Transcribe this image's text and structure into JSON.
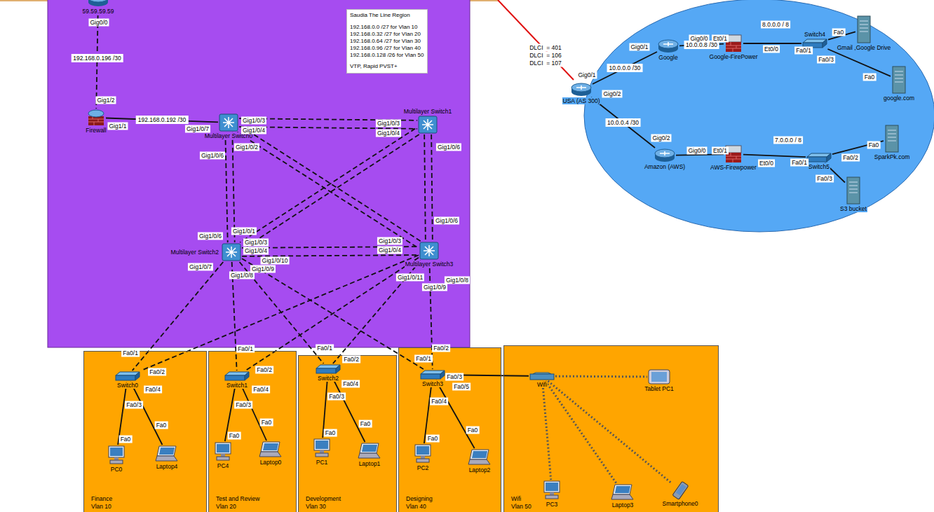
{
  "diagram": {
    "nodes": [
      {
        "text": [
          "59.59.59.59"
        ]
      },
      {
        "text": [
          "Saudia The Line Region",
          "192.168.0.0 /27 for Vlan 10",
          "192.168.0.32 /27 for Vlan 20",
          "192.168.0.64 /27 for Vlan 30",
          "192.168.0.96 /27 for Vlan 40",
          "192.168.0.128 /26 for Vlan 50",
          "VTP, Rapid PVST+"
        ]
      },
      {
        "text": [
          "Firewall"
        ]
      },
      {
        "text": [
          "Multilayer Switch0"
        ]
      },
      {
        "text": [
          "Multilayer Switch1"
        ]
      },
      {
        "text": [
          "Multilayer Switch2"
        ]
      },
      {
        "text": [
          "Multilayer Switch3"
        ]
      },
      {
        "text": [
          "Google"
        ]
      },
      {
        "text": [
          "Google-FirePower"
        ]
      },
      {
        "text": [
          "Switch4"
        ]
      },
      {
        "text": [
          "Gmail ,Google Drive"
        ]
      },
      {
        "text": [
          "USA (AS 300)"
        ]
      },
      {
        "text": [
          "google.com"
        ]
      },
      {
        "text": [
          "Amazon (AWS)"
        ]
      },
      {
        "text": [
          "AWS-Firewpower"
        ]
      },
      {
        "text": [
          "Switch5"
        ]
      },
      {
        "text": [
          "SparkPk.com"
        ]
      },
      {
        "text": [
          "S3 bucket"
        ]
      },
      {
        "text": [
          "Finance",
          "Vlan 10"
        ]
      },
      {
        "text": [
          "Switch0"
        ],
        "in": 18
      },
      {
        "text": [
          "PC0"
        ],
        "in": 18
      },
      {
        "text": [
          "Laptop4"
        ],
        "in": 18
      },
      {
        "text": [
          "Test and Review",
          "Vlan 20"
        ]
      },
      {
        "text": [
          "Switch1"
        ],
        "in": 22
      },
      {
        "text": [
          "PC4"
        ],
        "in": 22
      },
      {
        "text": [
          "Laptop0"
        ],
        "in": 22
      },
      {
        "text": [
          "Development",
          "Vlan 30"
        ]
      },
      {
        "text": [
          "Switch2"
        ],
        "in": 26
      },
      {
        "text": [
          "PC1"
        ],
        "in": 26
      },
      {
        "text": [
          "Laptop1"
        ],
        "in": 26
      },
      {
        "text": [
          "Designing",
          "Vlan 40"
        ]
      },
      {
        "text": [
          "Switch3"
        ],
        "in": 30
      },
      {
        "text": [
          "PC2"
        ],
        "in": 30
      },
      {
        "text": [
          "Laptop2"
        ],
        "in": 30
      },
      {
        "text": [
          "Wifi",
          "Vlan 50"
        ]
      },
      {
        "text": [
          "Wifi"
        ],
        "in": 34
      },
      {
        "text": [
          "Tablet PC1"
        ],
        "in": 34
      },
      {
        "text": [
          "PC3"
        ],
        "in": 34
      },
      {
        "text": [
          "Laptop3"
        ],
        "in": 34
      },
      {
        "text": [
          "Smartphone0"
        ],
        "in": 34
      }
    ],
    "edges": [
      {
        "from": 0,
        "to": 2,
        "arrow": "none",
        "label": "192.168.0.196 /30"
      },
      {
        "from": 2,
        "to": 3,
        "arrow": "none",
        "label": "192.168.0.192 /30"
      },
      {
        "from": 3,
        "to": 4,
        "arrow": "none"
      },
      {
        "from": 3,
        "to": 4,
        "arrow": "none"
      },
      {
        "from": 3,
        "to": 5,
        "arrow": "none"
      },
      {
        "from": 3,
        "to": 5,
        "arrow": "none"
      },
      {
        "from": 3,
        "to": 6,
        "arrow": "none"
      },
      {
        "from": 3,
        "to": 6,
        "arrow": "none"
      },
      {
        "from": 4,
        "to": 5,
        "arrow": "none"
      },
      {
        "from": 4,
        "to": 5,
        "arrow": "none"
      },
      {
        "from": 4,
        "to": 6,
        "arrow": "none"
      },
      {
        "from": 4,
        "to": 6,
        "arrow": "none"
      },
      {
        "from": 5,
        "to": 6,
        "arrow": "none"
      },
      {
        "from": 5,
        "to": 6,
        "arrow": "none"
      },
      {
        "from": 5,
        "to": 19,
        "arrow": "none"
      },
      {
        "from": 5,
        "to": 23,
        "arrow": "none"
      },
      {
        "from": 5,
        "to": 27,
        "arrow": "none"
      },
      {
        "from": 5,
        "to": 31,
        "arrow": "none"
      },
      {
        "from": 6,
        "to": 19,
        "arrow": "none"
      },
      {
        "from": 6,
        "to": 23,
        "arrow": "none"
      },
      {
        "from": 6,
        "to": 27,
        "arrow": "none"
      },
      {
        "from": 6,
        "to": 31,
        "arrow": "none"
      },
      {
        "from": 19,
        "to": 20,
        "arrow": "none"
      },
      {
        "from": 19,
        "to": 21,
        "arrow": "none"
      },
      {
        "from": 23,
        "to": 24,
        "arrow": "none"
      },
      {
        "from": 23,
        "to": 25,
        "arrow": "none"
      },
      {
        "from": 27,
        "to": 28,
        "arrow": "none"
      },
      {
        "from": 27,
        "to": 29,
        "arrow": "none"
      },
      {
        "from": 31,
        "to": 32,
        "arrow": "none"
      },
      {
        "from": 31,
        "to": 33,
        "arrow": "none"
      },
      {
        "from": 31,
        "to": 35,
        "arrow": "none"
      },
      {
        "from": 35,
        "to": 36,
        "arrow": "none"
      },
      {
        "from": 35,
        "to": 37,
        "arrow": "none"
      },
      {
        "from": 35,
        "to": 38,
        "arrow": "none"
      },
      {
        "from": 35,
        "to": 39,
        "arrow": "none"
      },
      {
        "from": 11,
        "to": 7,
        "arrow": "none",
        "label": "10.0.0.0 /30"
      },
      {
        "from": 11,
        "to": 13,
        "arrow": "none",
        "label": "10.0.0.4 /30"
      },
      {
        "from": 7,
        "to": 8,
        "arrow": "none",
        "label": "10.0.0.8 /30"
      },
      {
        "from": 8,
        "to": 9,
        "arrow": "none"
      },
      {
        "from": 9,
        "to": 10,
        "arrow": "none"
      },
      {
        "from": 9,
        "to": 12,
        "arrow": "none"
      },
      {
        "from": 13,
        "to": 14,
        "arrow": "none"
      },
      {
        "from": 14,
        "to": 15,
        "arrow": "none"
      },
      {
        "from": 15,
        "to": 16,
        "arrow": "none"
      },
      {
        "from": 15,
        "to": 17,
        "arrow": "none"
      }
    ],
    "labels": [
      "DLCI  = 401",
      "DLCI  = 106",
      "DLCI  = 107",
      "8.0.0.0 / 8",
      "7.0.0.0 / 8",
      "Gig0/0",
      "Gig1/2",
      "Gig1/1",
      "Gig1/0/7",
      "Gig1/0/3",
      "Gig1/0/4",
      "Gig1/0/2",
      "Gig1/0/6",
      "Gig1/0/3",
      "Gig1/0/4",
      "Gig1/0/6",
      "Gig1/0/6",
      "Gig1/0/1",
      "Gig1/0/6",
      "Gig1/0/3",
      "Gig1/0/4",
      "Gig1/0/10",
      "Gig1/0/9",
      "Gig1/0/8",
      "Gig1/0/7",
      "Gig1/0/3",
      "Gig1/0/4",
      "Gig1/0/11",
      "Gig1/0/8",
      "Gig1/0/9",
      "Fa0/1",
      "Fa0/2",
      "Fa0/4",
      "Fa0/3",
      "Fa0",
      "Fa0",
      "Fa0/1",
      "Fa0/2",
      "Fa0/4",
      "Fa0/3",
      "Fa0",
      "Fa0",
      "Fa0/1",
      "Fa0/2",
      "Fa0/4",
      "Fa0/3",
      "Fa0",
      "Fa0",
      "Fa0/2",
      "Fa0/1",
      "Fa0/3",
      "Fa0/5",
      "Fa0/4",
      "Fa0",
      "Fa0",
      "Gig0/1",
      "Gig0/1",
      "Gig0/2",
      "Gig0/2",
      "Gig0/0",
      "Et0/1",
      "Et0/0",
      "Fa0/1",
      "Fa0",
      "Fa0/3",
      "Fa0",
      "Gig0/0",
      "Et0/1",
      "Et0/0",
      "Fa0/1",
      "Fa0/2",
      "Fa0",
      "Fa0/3"
    ]
  }
}
